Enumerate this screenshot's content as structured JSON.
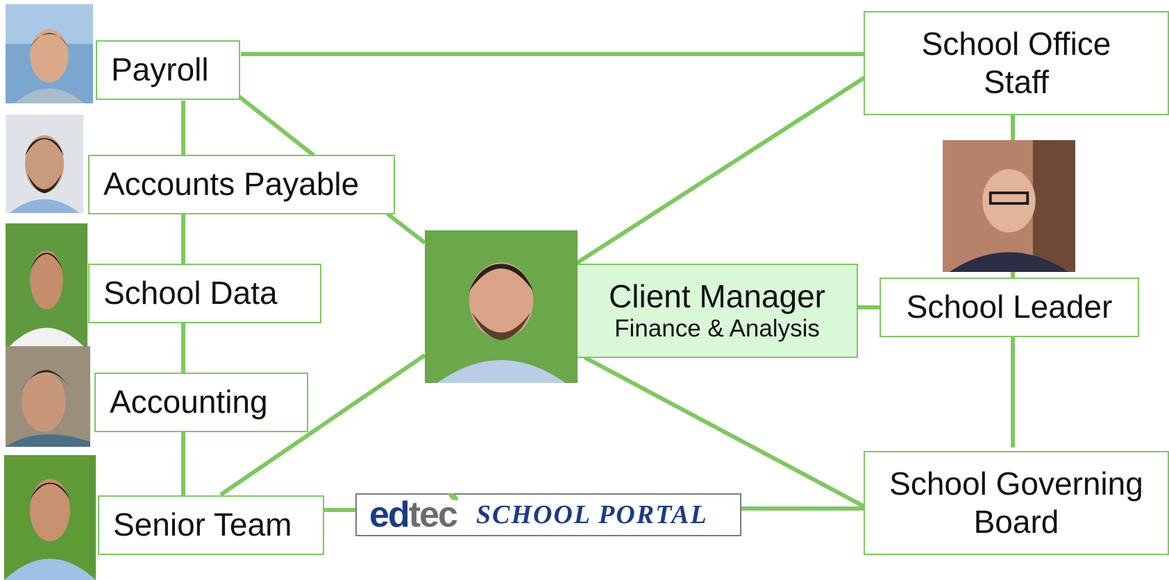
{
  "colors": {
    "connector": "#7ec85f",
    "highlight_fill": "#d8f8d8",
    "logo_blue": "#1c3b86",
    "logo_gray": "#6b6b6b"
  },
  "nodes": {
    "payroll": "Payroll",
    "accounts_payable": "Accounts Payable",
    "school_data": "School Data",
    "accounting": "Accounting",
    "senior_team": "Senior Team",
    "client_manager": {
      "title": "Client Manager",
      "subtitle": "Finance & Analysis"
    },
    "school_office_staff": [
      "School Office",
      "Staff"
    ],
    "school_leader": "School Leader",
    "school_governing_board": [
      "School Governing",
      "Board"
    ]
  },
  "logo": {
    "part1": "ed",
    "part2": "tec",
    "part3": "SCHOOL PORTAL"
  },
  "photos": [
    "person-photo",
    "person-photo",
    "person-photo",
    "person-photo",
    "person-photo",
    "person-photo",
    "person-photo"
  ]
}
